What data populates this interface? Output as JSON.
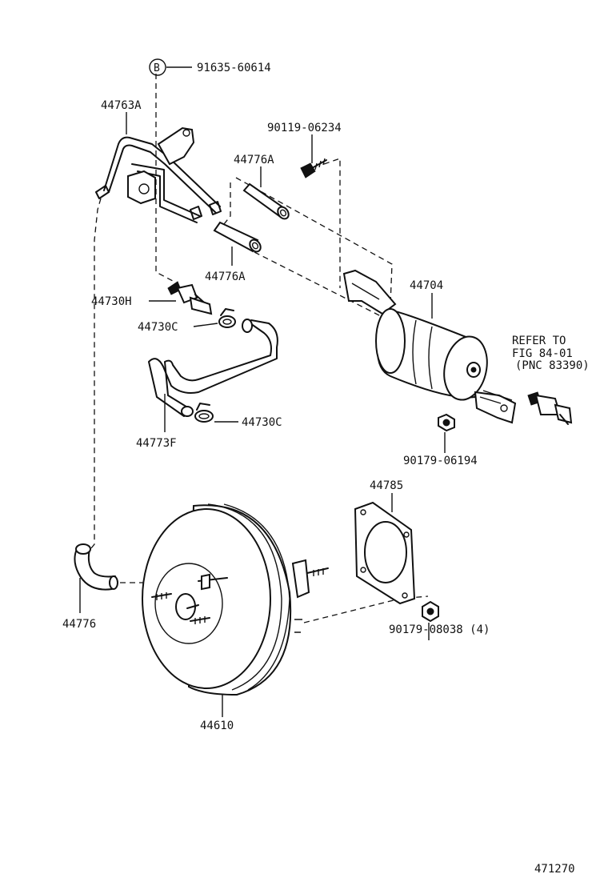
{
  "labels": {
    "circle_b": "B",
    "p91635": "91635-60614",
    "p44763a": "44763A",
    "p90119": "90119-06234",
    "p44776a_top": "44776A",
    "p44776a_bottom": "44776A",
    "p44704": "44704",
    "p44730h": "44730H",
    "p44730c_top": "44730C",
    "p44730c_bottom": "44730C",
    "p44773f": "44773F",
    "refer_line1": "REFER TO",
    "refer_line2": "FIG 84-01",
    "refer_line3": "(PNC 83390)",
    "p90179_06194": "90179-06194",
    "p44785": "44785",
    "p44776": "44776",
    "p90179_08038": "90179-08038 (4)",
    "p44610": "44610",
    "figure_number": "471270"
  }
}
